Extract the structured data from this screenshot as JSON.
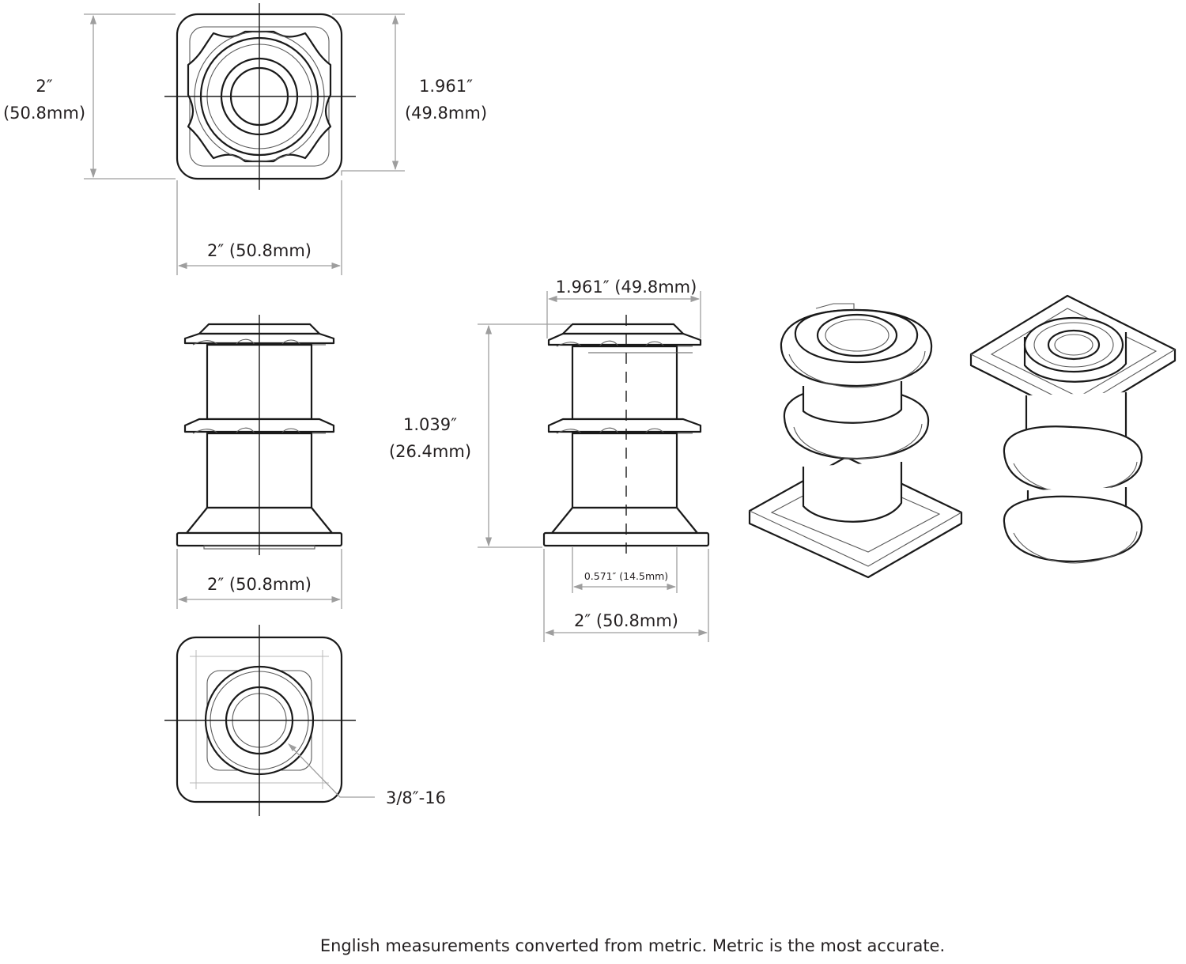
{
  "dimensions": {
    "top_view_height_in": "2″",
    "top_view_height_mm": "(50.8mm)",
    "top_view_inner_in": "1.961″",
    "top_view_inner_mm": "(49.8mm)",
    "top_view_width": "2″ (50.8mm)",
    "side_view_width": "2″ (50.8mm)",
    "section_top_width": "1.961″ (49.8mm)",
    "section_height_in": "1.039″",
    "section_height_mm": "(26.4mm)",
    "section_bore": "0.571″ (14.5mm)",
    "section_base_width": "2″ (50.8mm)",
    "thread_callout": "3/8″-16"
  },
  "footnote": "English measurements converted from metric. Metric is the most accurate."
}
